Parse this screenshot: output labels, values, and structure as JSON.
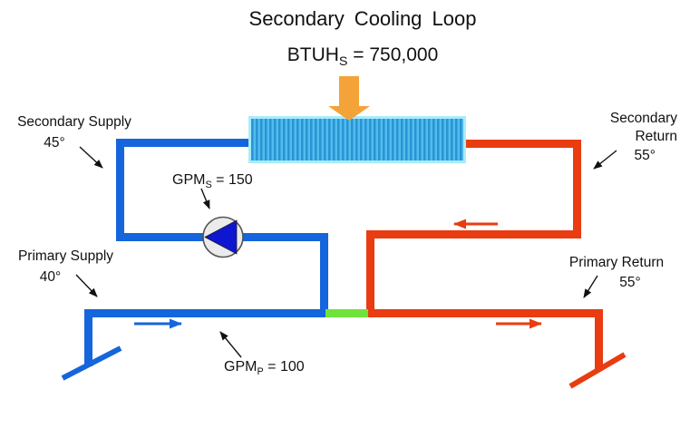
{
  "diagram": {
    "title": "Secondary Cooling Loop",
    "heat_load": {
      "prefix": "BTUH",
      "sub": "S",
      "rest": " = 750,000"
    },
    "secondary_supply": {
      "name": "Secondary Supply",
      "temp": "45°"
    },
    "secondary_return": {
      "line1": "Secondary",
      "line2": "Return",
      "temp": "55°"
    },
    "primary_supply": {
      "name": "Primary Supply",
      "temp": "40°"
    },
    "primary_return": {
      "name": "Primary Return",
      "temp": "55°"
    },
    "gpm_secondary": {
      "prefix": "GPM",
      "sub": "S",
      "rest": " = 150"
    },
    "gpm_primary": {
      "prefix": "GPM",
      "sub": "P",
      "rest": " = 100"
    }
  },
  "symbols": {
    "pump": "circulator-pump-circle-with-left-triangle",
    "heat_input": "orange-down-arrow-into-heat-exchanger",
    "heat_exchanger": "hatched-coil-rectangle",
    "pipe_breaks": [
      "primary-supply-break-slash",
      "primary-return-break-slash"
    ],
    "flow_arrows": [
      "primary-supply-flow-right",
      "primary-return-flow-right",
      "secondary-return-flow-left"
    ]
  },
  "colors": {
    "supply_blue": "#1565dc",
    "return_red": "#e93c10",
    "common_green": "#6fe33c",
    "heat_orange": "#f4a339",
    "hx_border": "#a9ecfa",
    "hx_light": "#4fbdee",
    "hx_dark": "#2b93d3",
    "pump_fill": "#ebebeb",
    "pump_stroke": "#555555",
    "pump_triangle": "#0f16cf",
    "ink": "#111111"
  }
}
